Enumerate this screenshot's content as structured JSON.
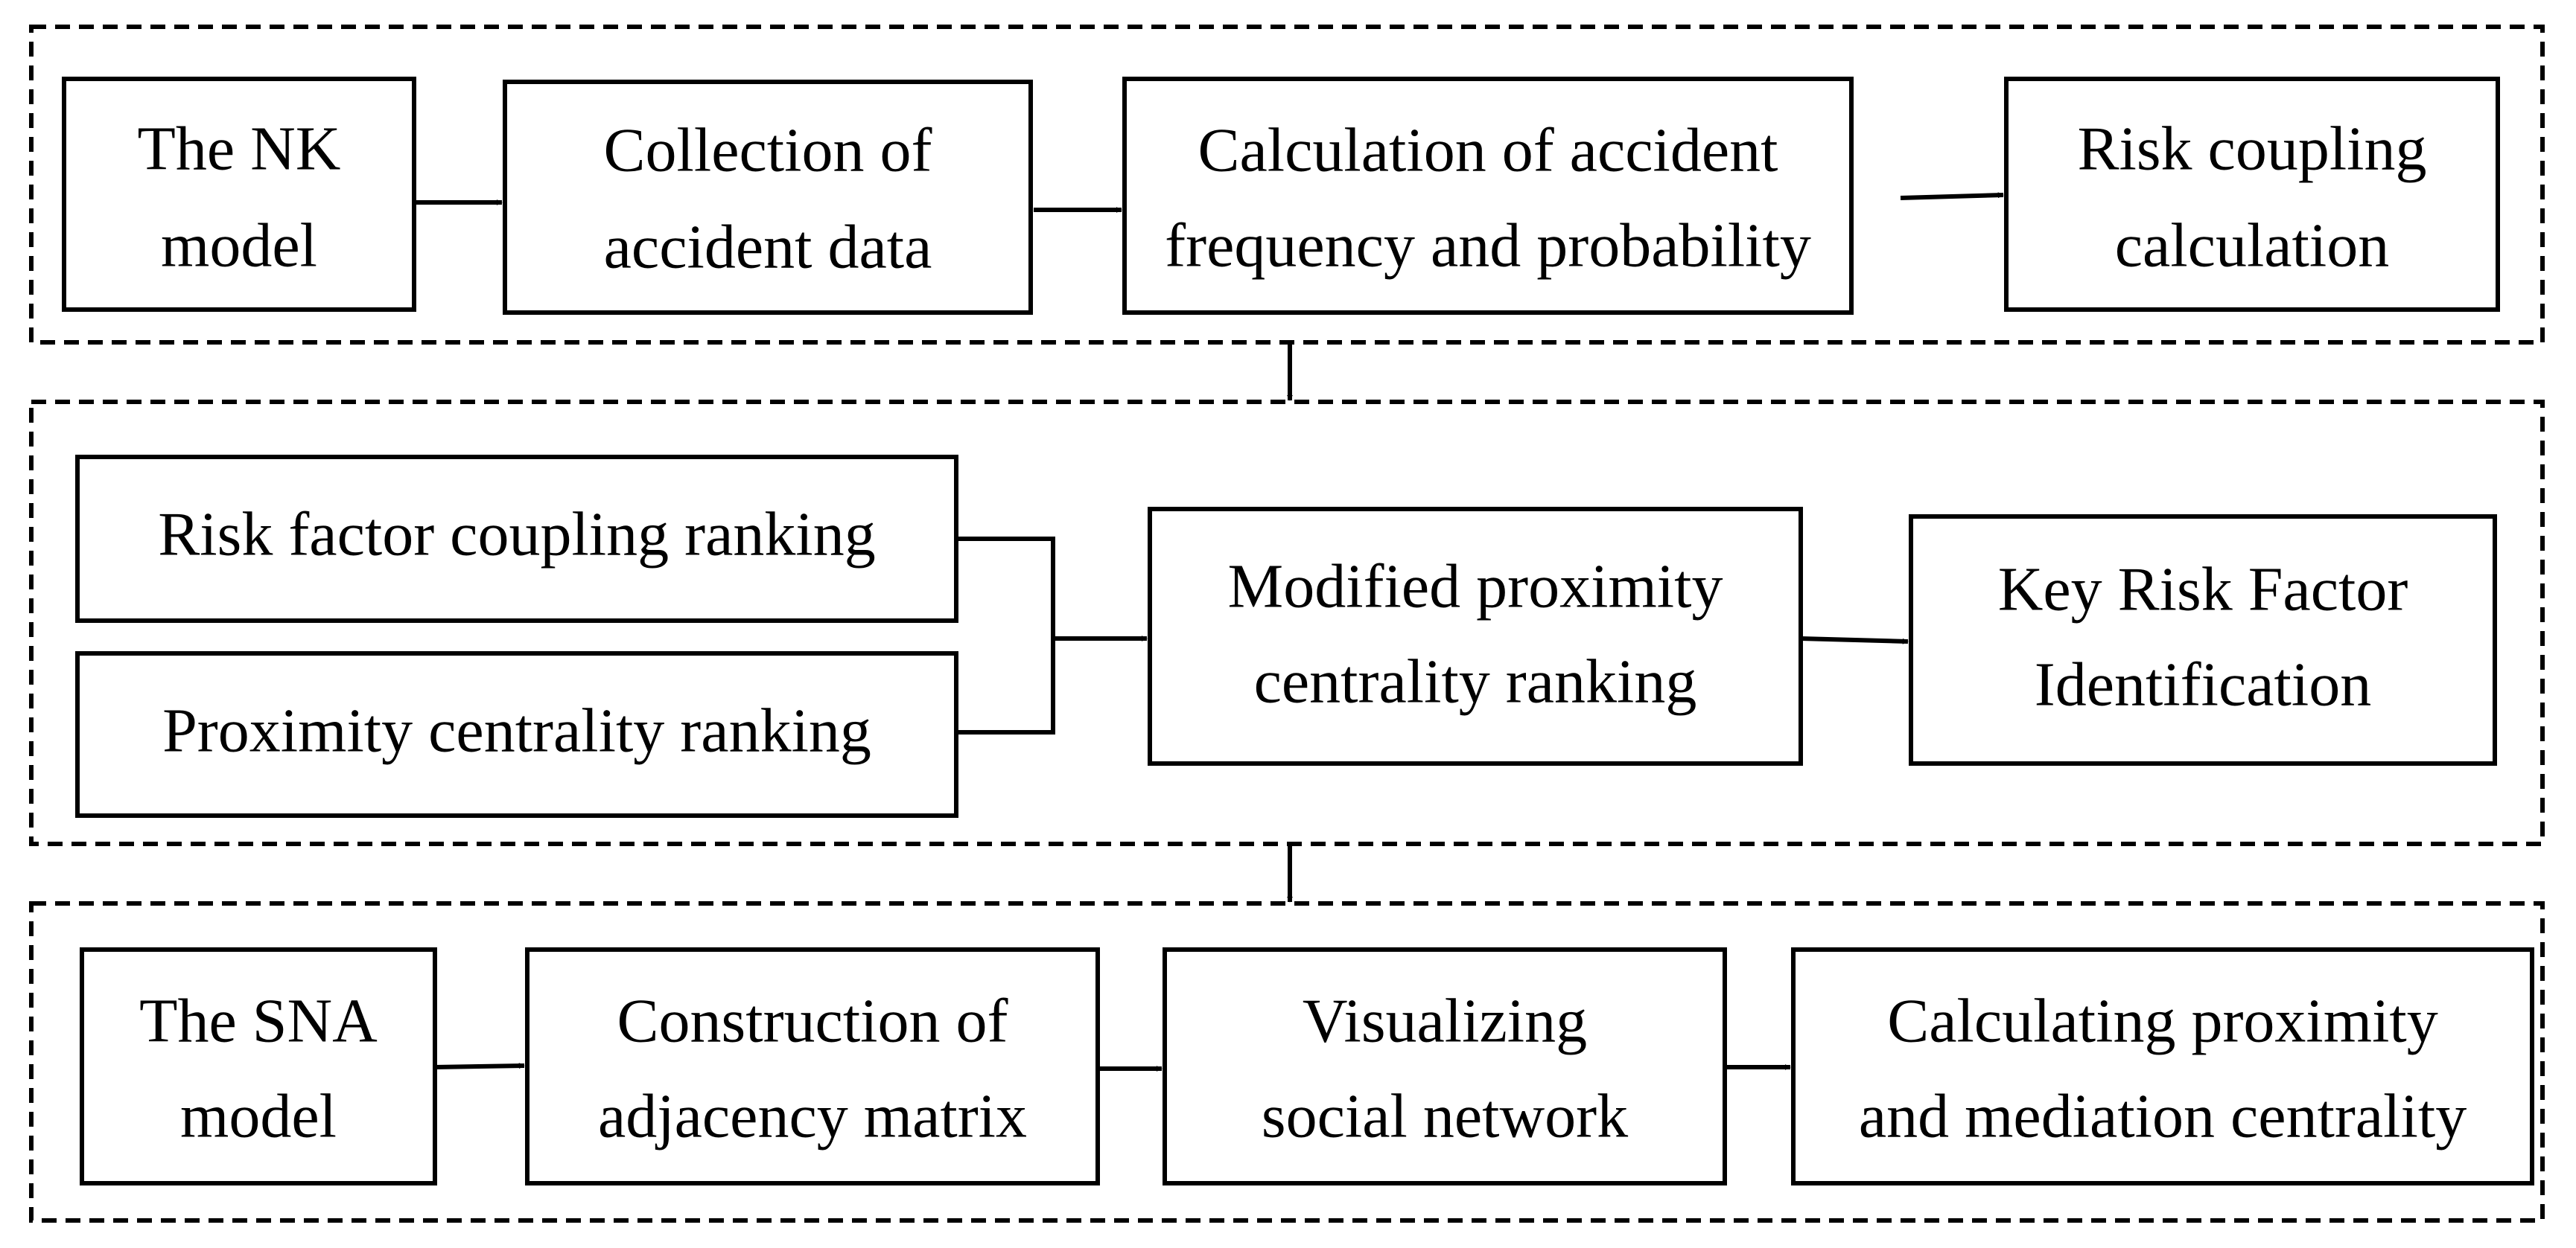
{
  "stages": [
    {
      "boxes": [
        {
          "lines": [
            "The NK",
            "model"
          ]
        },
        {
          "lines": [
            "Collection of",
            "accident data"
          ]
        },
        {
          "lines": [
            "Calculation of accident",
            "frequency and probability"
          ]
        },
        {
          "lines": [
            "Risk coupling",
            "calculation"
          ]
        }
      ]
    },
    {
      "boxes": [
        {
          "lines": [
            "Risk factor coupling ranking"
          ]
        },
        {
          "lines": [
            "Proximity centrality ranking"
          ]
        },
        {
          "lines": [
            "Modified proximity",
            "centrality ranking"
          ]
        },
        {
          "lines": [
            "Key Risk Factor",
            "Identification"
          ]
        }
      ]
    },
    {
      "boxes": [
        {
          "lines": [
            "The SNA",
            "model"
          ]
        },
        {
          "lines": [
            "Construction of",
            "adjacency matrix"
          ]
        },
        {
          "lines": [
            "Visualizing",
            "social network"
          ]
        },
        {
          "lines": [
            "Calculating proximity",
            "and mediation centrality"
          ]
        }
      ]
    }
  ]
}
